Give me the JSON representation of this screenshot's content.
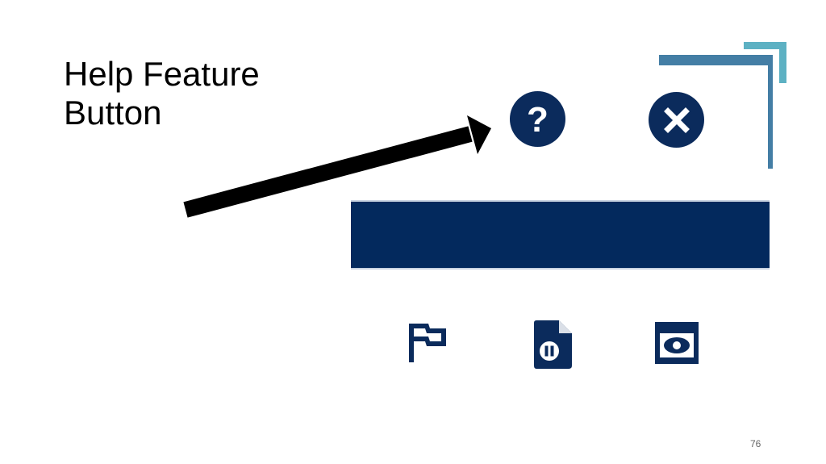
{
  "slide": {
    "title_lines": [
      "Help Feature",
      "Button"
    ],
    "page_number": "76"
  },
  "toolbar": {
    "help_button": {
      "glyph": "?",
      "icon": "question-circle-icon"
    },
    "close_button": {
      "icon": "close-circle-icon"
    }
  },
  "bottom_tools": [
    {
      "icon": "flag-icon"
    },
    {
      "icon": "pause-document-icon"
    },
    {
      "icon": "eye-window-icon"
    }
  ],
  "colors": {
    "navy": "#0b2b5c",
    "bar_navy": "#03295d",
    "teal_accent": "#5db1c3",
    "blue_accent": "#447ea5",
    "arrow": "#000000",
    "text": "#000000",
    "page_number": "#666666"
  }
}
